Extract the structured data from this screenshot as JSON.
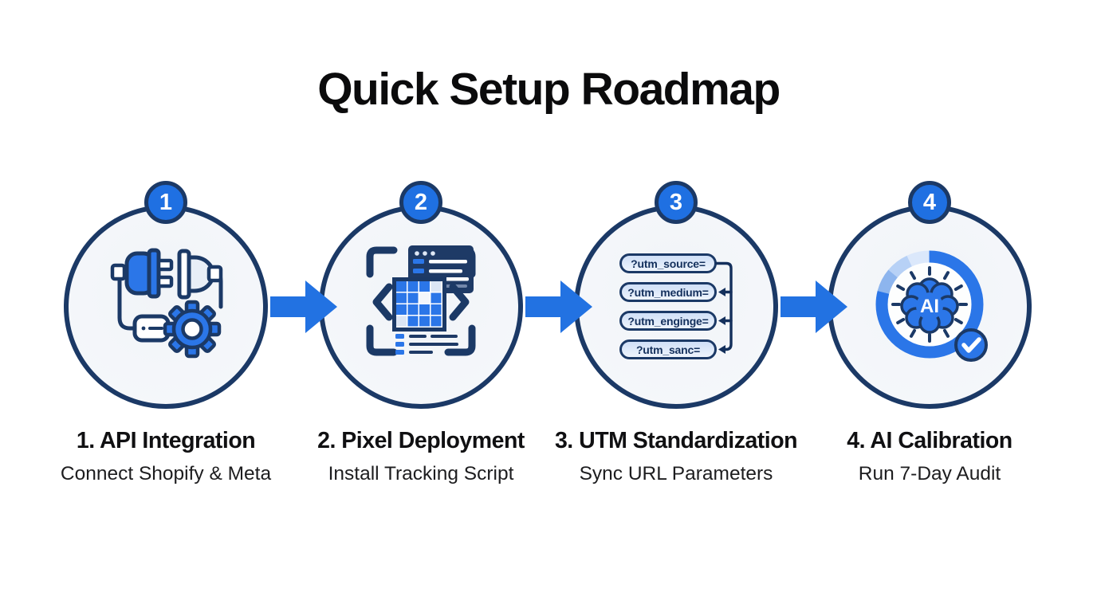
{
  "title": "Quick Setup Roadmap",
  "colors": {
    "accent": "#2272e2",
    "navy": "#1b3966",
    "circle_fill": "#f4f6f9",
    "badge_fill": "#1f70e2"
  },
  "steps": [
    {
      "number": "1",
      "title": "1. API Integration",
      "subtitle": "Connect Shopify & Meta",
      "icon": "plug-connection-gear-icon"
    },
    {
      "number": "2",
      "title": "2. Pixel Deployment",
      "subtitle": "Install Tracking Script",
      "icon": "pixel-grid-code-icon"
    },
    {
      "number": "3",
      "title": "3. UTM Standardization",
      "subtitle": "Sync URL Parameters",
      "icon": "utm-parameter-pills-icon",
      "pills": [
        "?utm_source=",
        "?utm_medium=",
        "?utm_enginge=",
        "?utm_sanc="
      ]
    },
    {
      "number": "4",
      "title": "4. AI Calibration",
      "subtitle": "Run 7-Day Audit",
      "icon": "ai-brain-progress-icon",
      "ai_label": "AI"
    }
  ]
}
